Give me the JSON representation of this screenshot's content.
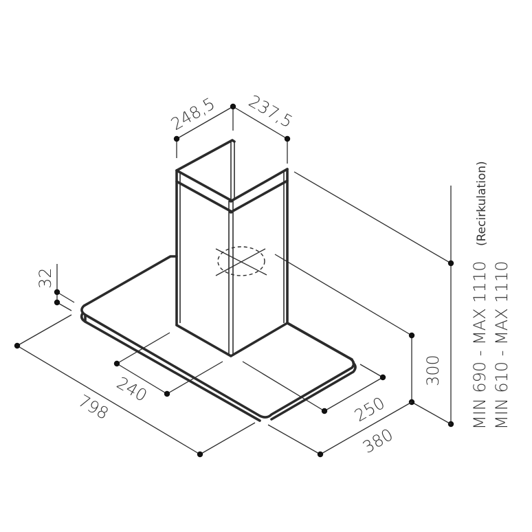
{
  "drawing": {
    "subject": "Island chimney cooker hood dimension drawing",
    "line_color": "#2b2b2b",
    "text_color": "#333333"
  },
  "dimensions": {
    "chimney_width_left": "248,5",
    "chimney_width_right": "237,5",
    "canopy_thickness": "32",
    "canopy_width": "798",
    "canopy_offset_left": "240",
    "canopy_offset_right": "250",
    "canopy_depth": "380",
    "canopy_height": "300",
    "height_recirculation": "MIN 690 - MAX 1110",
    "height_recirculation_note": "(Recirkulation)",
    "height_extraction": "MIN 610 - MAX 1110"
  }
}
